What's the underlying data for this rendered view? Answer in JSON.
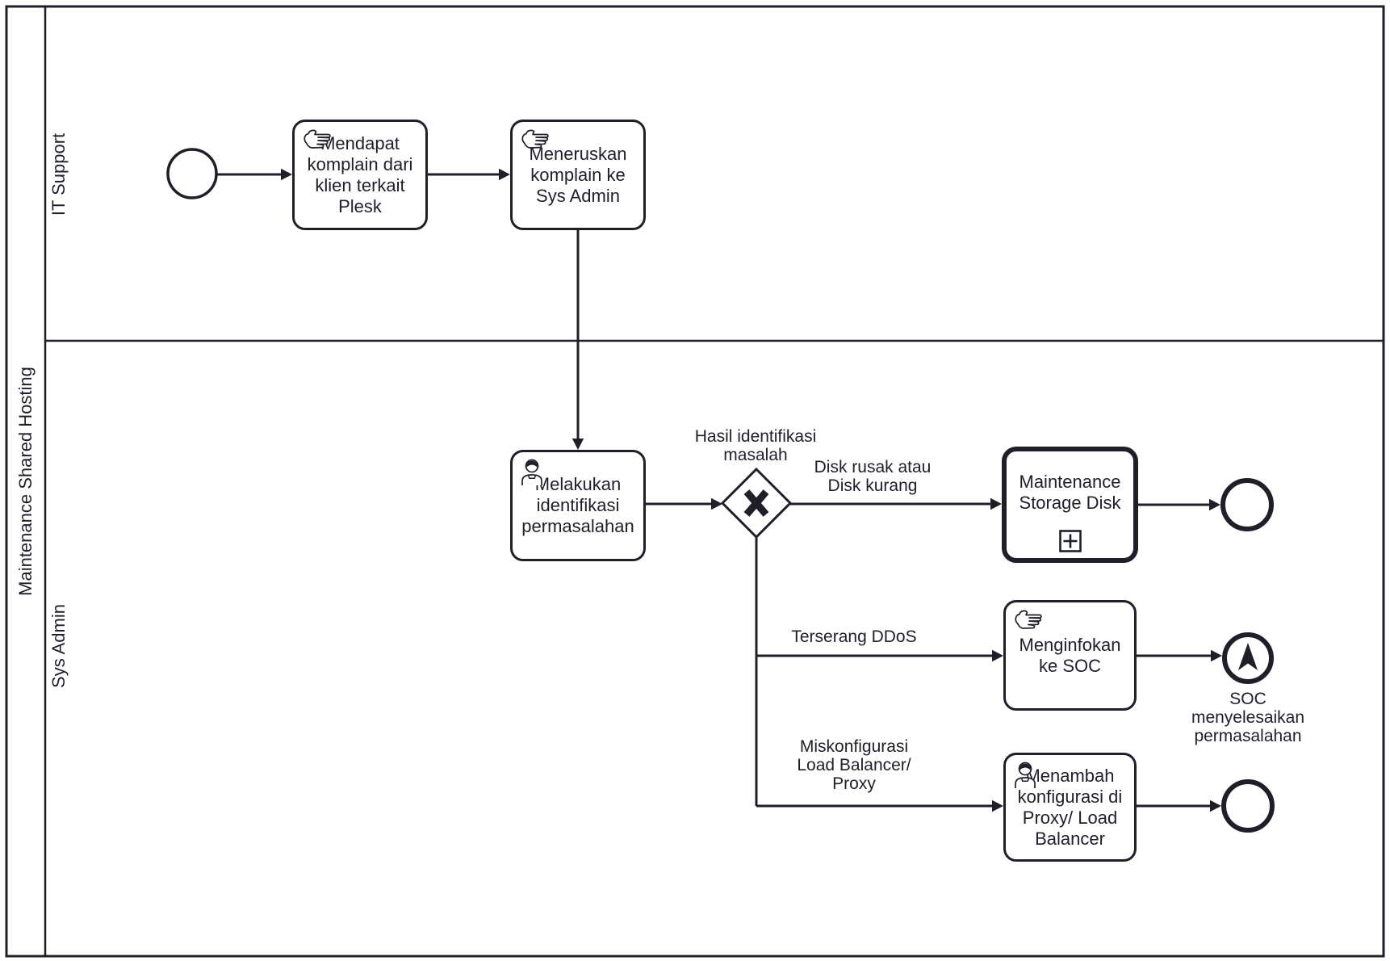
{
  "diagram": {
    "type": "bpmn-process",
    "colors": {
      "stroke": "#1f1f29",
      "background": "#ffffff"
    },
    "pool": {
      "label": "Maintenance Shared Hosting"
    },
    "lanes": [
      {
        "label": "IT Support"
      },
      {
        "label": "Sys Admin"
      }
    ],
    "nodes": {
      "start_event": {
        "type": "start-event",
        "label": ""
      },
      "task_mendapat": {
        "type": "manual-task",
        "icon": "hand-icon",
        "label": "Mendapat\nkomplain dari\nklien terkait\nPlesk"
      },
      "task_meneruskan": {
        "type": "manual-task",
        "icon": "hand-icon",
        "label": "Meneruskan\nkomplain ke\nSys Admin"
      },
      "task_identifikasi": {
        "type": "user-task",
        "icon": "person-icon",
        "label": "Melakukan\nidentifikasi\npermasalahan"
      },
      "gateway_hasil": {
        "type": "exclusive-gateway",
        "icon": "x-icon",
        "label": "Hasil identifikasi\nmasalah"
      },
      "subprocess_storage": {
        "type": "collapsed-subprocess",
        "icon": "plus-icon",
        "label": "Maintenance\nStorage Disk"
      },
      "task_menginfokan": {
        "type": "manual-task",
        "icon": "hand-icon",
        "label": "Menginfokan\nke SOC"
      },
      "task_menambah": {
        "type": "user-task",
        "icon": "person-icon",
        "label": "Menambah\nkonfigurasi di\nProxy/ Load\nBalancer"
      },
      "end_event_disk": {
        "type": "end-event",
        "label": ""
      },
      "end_event_soc": {
        "type": "signal-end-event",
        "icon": "signal-arrow-icon",
        "label": "SOC\nmenyelesaikan\npermasalahan"
      },
      "end_event_proxy": {
        "type": "end-event",
        "label": ""
      }
    },
    "flows": {
      "disk": {
        "label": "Disk rusak atau\nDisk kurang"
      },
      "ddos": {
        "label": "Terserang DDoS"
      },
      "misconfig": {
        "label": "Miskonfigurasi\nLoad Balancer/\nProxy"
      }
    }
  }
}
